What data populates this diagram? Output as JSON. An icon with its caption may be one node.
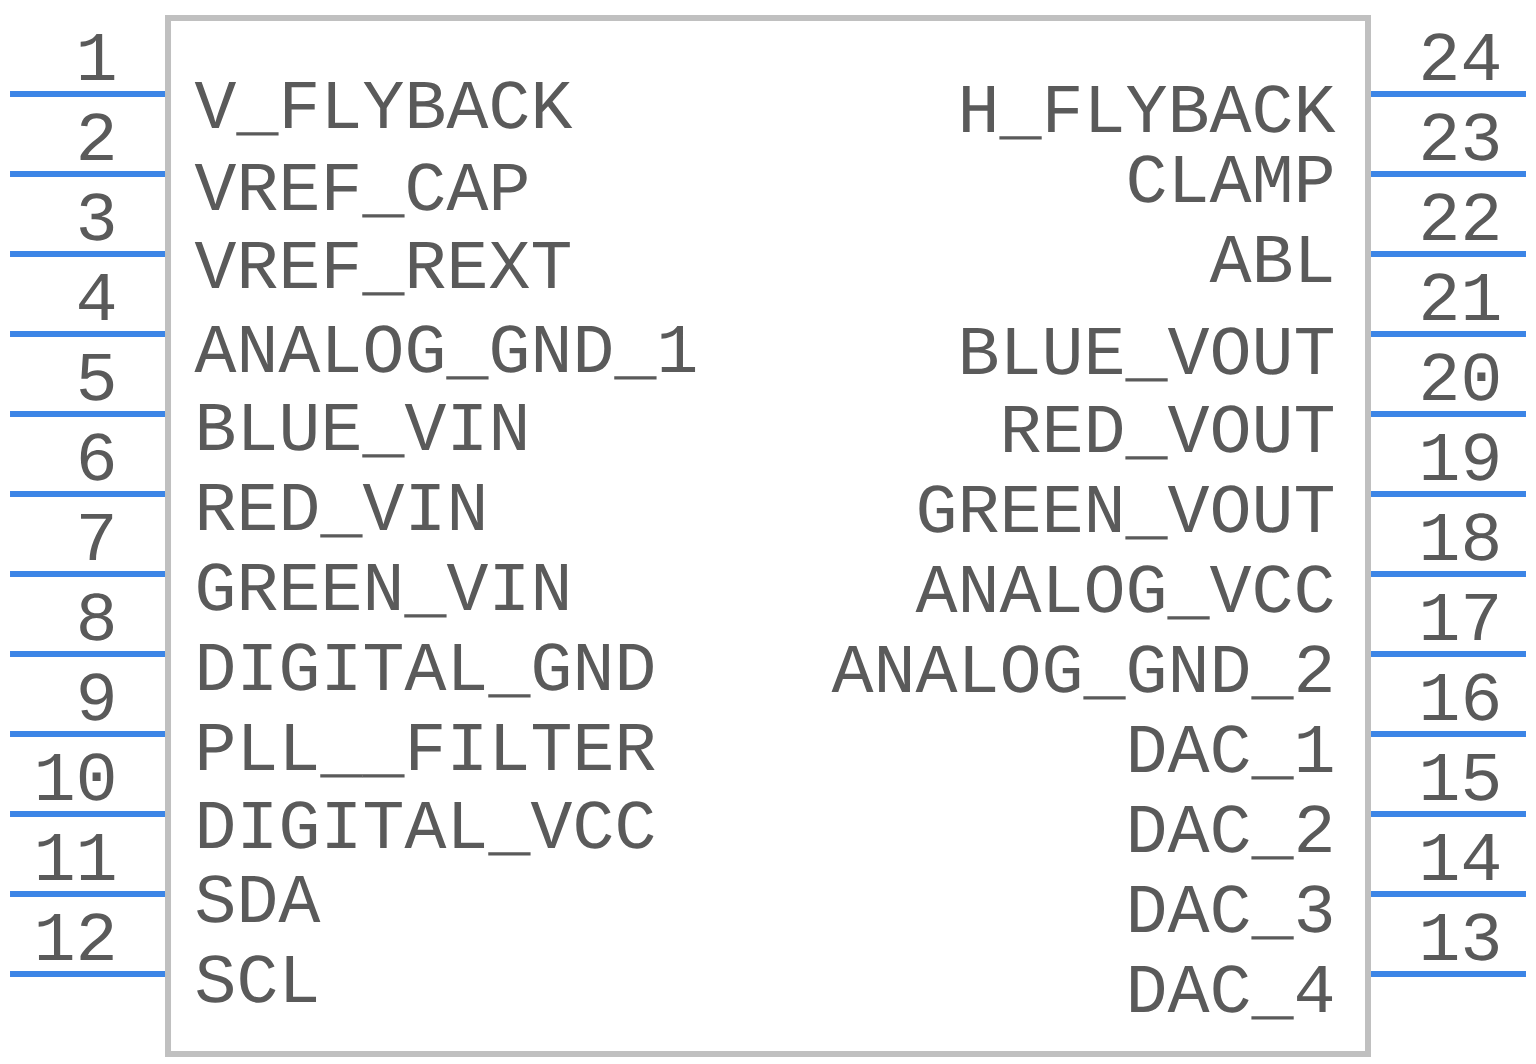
{
  "diagram": {
    "nodes": [
      {
        "text": [
          "V_FLYBACK",
          "VREF_CAP",
          "VREF_REXT",
          "ANALOG_GND_1",
          "BLUE_VIN",
          "RED_VIN",
          "GREEN_VIN",
          "DIGITAL_GND",
          "PLL__FILTER",
          "DIGITAL_VCC",
          "SDA",
          "SCL",
          "DAC_4",
          "DAC_3",
          "DAC_2",
          "DAC_1",
          "ANALOG_GND_2",
          "ANALOG_VCC",
          "GREEN_VOUT",
          "RED_VOUT",
          "BLUE_VOUT",
          "ABL",
          "CLAMP",
          "H_FLYBACK"
        ]
      }
    ],
    "labels": [
      "1",
      "2",
      "3",
      "4",
      "5",
      "6",
      "7",
      "8",
      "9",
      "10",
      "11",
      "12",
      "13",
      "14",
      "15",
      "16",
      "17",
      "18",
      "19",
      "20",
      "21",
      "22",
      "23",
      "24"
    ]
  }
}
